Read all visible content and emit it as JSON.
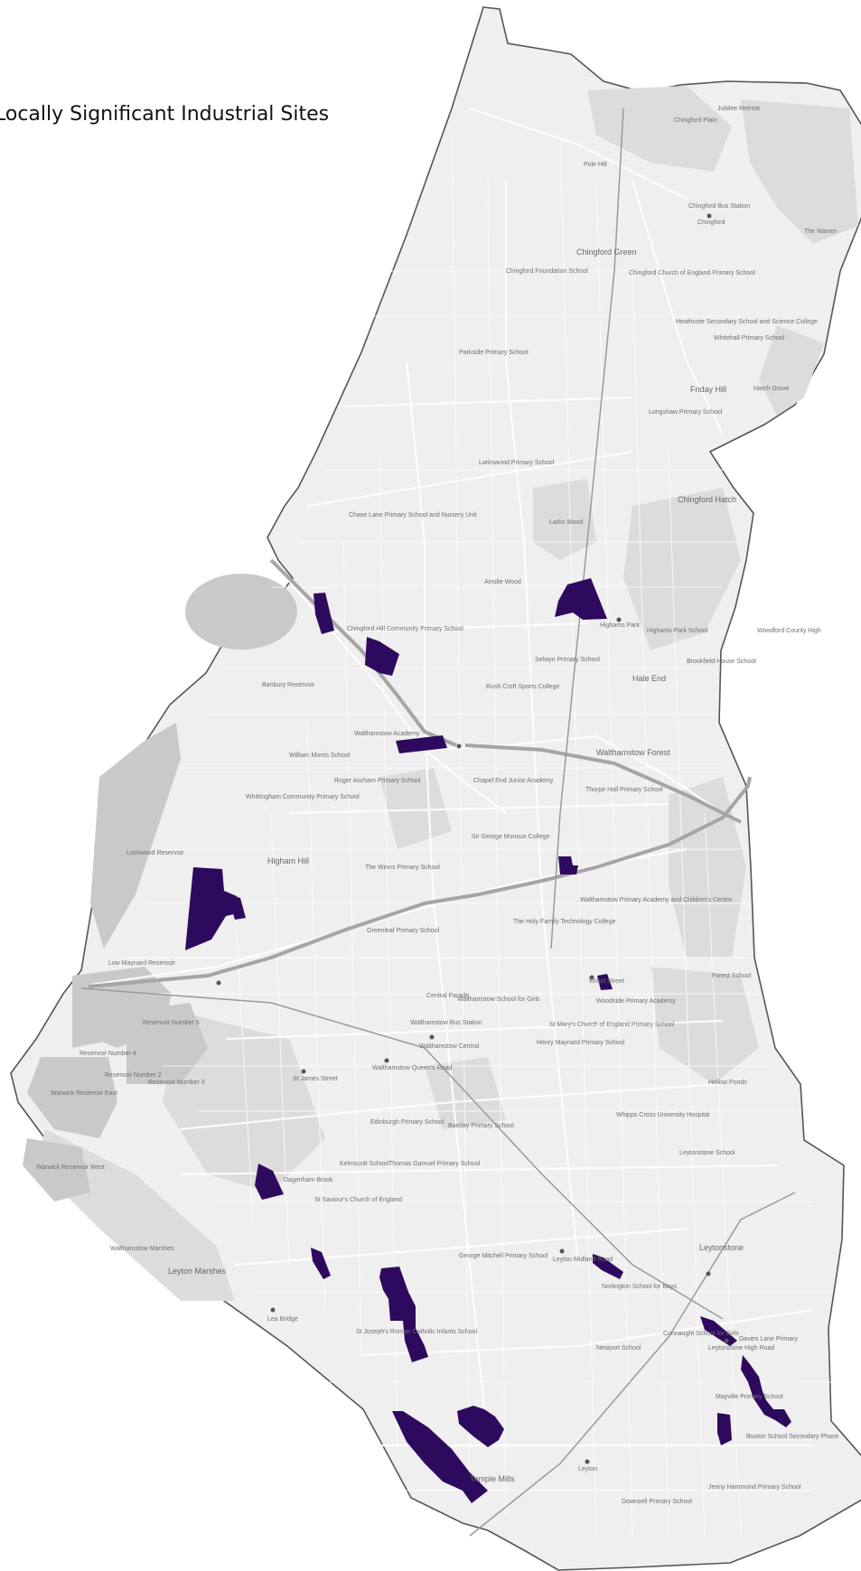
{
  "title": "Locally Significant Industrial Sites",
  "colors": {
    "site_fill": "#2e0a5e",
    "land": "#efefef",
    "water": "#c9c9c9",
    "park": "#dcdcdc",
    "roads": "#ffffff",
    "boundary": "#555555"
  },
  "labels": {
    "jubilee_retreat": "Jubilee Retreat",
    "chingford_plain": "Chingford Plain",
    "pole_hill": "Pole Hill",
    "chingford_bus_station": "Chingford Bus Station",
    "chingford_station": "Chingford",
    "the_warren": "The Warren",
    "chingford_green": "Chingford Green",
    "chingford_foundation": "Chingford Foundation School",
    "chingford_ce": "Chingford Church of England Primary School",
    "heathcote": "Heathcote Secondary School and Science College",
    "whitehall_primary": "Whitehall Primary School",
    "parkside_primary": "Parkside Primary School",
    "friday_hill": "Friday Hill",
    "longshaw_primary": "Longshaw Primary School",
    "hatch_grove": "Hatch Grove",
    "larkswood_primary": "Larkswood Primary School",
    "chase_lane": "Chase Lane Primary School and Nursery Unit",
    "chingford_hatch": "Chingford Hatch",
    "larks_wood": "Larks Wood",
    "ainslie_wood": "Ainslie Wood",
    "highams_park": "Highams Park",
    "highams_park_school": "Highams Park School",
    "chingford_hill": "Chingford Hill Community Primary School",
    "banbury_reservoir": "Banbury Reservoir",
    "selwyn_primary": "Selwyn Primary School",
    "rush_croft": "Rush Croft Sports College",
    "hale_end": "Hale End",
    "brookfield": "Brookfield House School",
    "woodford_county": "Woodford County High",
    "walthamstow_forest": "Walthamstow Forest",
    "walthamstow_academy": "Walthamstow Academy",
    "william_morris": "William Morris School",
    "roger_ascham": "Roger Ascham Primary School",
    "chapel_end": "Chapel End Junior Academy",
    "thorpe_hall": "Thorpe Hall Primary School",
    "whittingham": "Whittingham Community Primary School",
    "sir_george_monoux": "Sir George Monoux College",
    "lockwood_reservoir": "Lockwood Reservoir",
    "higham_hill": "Higham Hill",
    "the_winns": "The Winns Primary School",
    "greenleaf": "Greenleaf Primary School",
    "holy_family": "The Holy Family Technology College",
    "walthamstow_primary_academy": "Walthamstow Primary Academy and Children's Centre",
    "low_maynard": "Low Maynard Reservoir",
    "central_parade": "Central Parade",
    "walthamstow_girls": "Walthamstow School for Girls",
    "st_marys": "St Mary's Church of England Primary School",
    "wood_street": "Wood Street",
    "woodside": "Woodside Primary Academy",
    "forest_school": "Forest School",
    "henry_maynard": "Henry Maynard Primary School",
    "walthamstow_bus_station": "Walthamstow Bus Station",
    "walthamstow_central": "Walthamstow Central",
    "walthamstow_queens_road": "Walthamstow Queen's Road",
    "st_james_street": "St James Street",
    "reservoir_no5": "Reservoir Number 5",
    "reservoir_no4": "Reservoir Number 4",
    "reservoir_no2": "Reservoir Number 2",
    "reservoir_no3": "Reservoir Number 3",
    "warwick_east": "Warwick Reservoir East",
    "warwick_west": "Warwick Reservoir West",
    "edinburgh_primary": "Edinburgh Primary School",
    "barclay_primary": "Barclay Primary School",
    "whipps_cross": "Whipps Cross University Hospital",
    "hollow_ponds": "Hollow Ponds",
    "dagenham_brook": "Dagenham Brook",
    "st_saviours": "St Saviour's Church of England",
    "thomas_gamuel": "Thomas Gamuel Primary School",
    "kelmscott": "Kelmscott School",
    "leytonstone": "Leytonstone",
    "leytonstone_school": "Leytonstone School",
    "leyton_midland_road": "Leyton Midland Road",
    "walthamstow_marshes": "Walthamstow Marshes",
    "leyton_marshes": "Leyton Marshes",
    "george_mitchell": "George Mitchell Primary School",
    "buxton": "Buxton School Secondary Phase",
    "leytonstone_high_road": "Leytonstone High Road",
    "leyton": "Leyton",
    "temple_mills": "Temple Mills",
    "st_josephs": "St Joseph's Roman Catholic Infants School",
    "lea_bridge": "Lea Bridge",
    "newport_school": "Newport School",
    "davies_lane": "Davies Lane Primary",
    "norlington": "Norlington School for Boys",
    "connaught": "Connaught School for Girls",
    "downsell": "Downsell Primary School",
    "jenny_hammond": "Jenny Hammond Primary School",
    "mayville": "Mayville Primary School"
  }
}
